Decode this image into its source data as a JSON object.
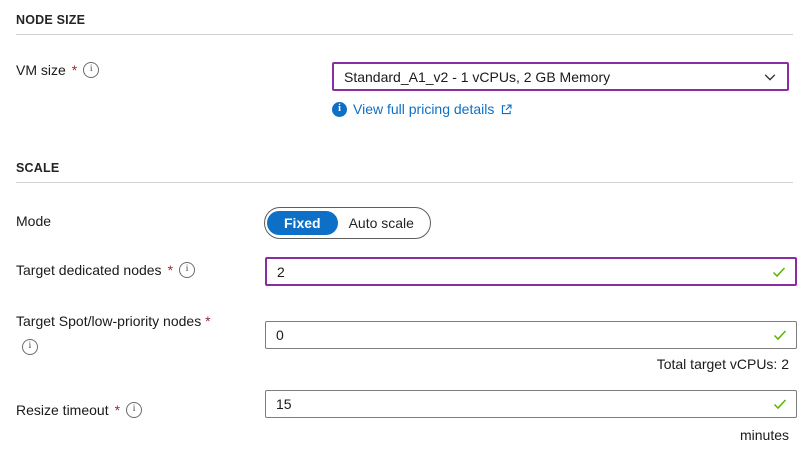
{
  "colors": {
    "accent_purple": "#8a2da5",
    "link_blue": "#0d70c6",
    "success_green": "#5db300",
    "required_red": "#a4262c",
    "divider_gray": "#d1d1d1"
  },
  "icons": {
    "info_glyph": "i"
  },
  "node_size_section": {
    "heading": "NODE SIZE",
    "vm_size": {
      "label": "VM size",
      "required_marker": "*",
      "selected_value": "Standard_A1_v2 - 1 vCPUs, 2 GB Memory",
      "pricing_link_label": "View full pricing details"
    }
  },
  "scale_section": {
    "heading": "SCALE",
    "mode": {
      "label": "Mode",
      "options": [
        "Fixed",
        "Auto scale"
      ],
      "selected": "Fixed"
    },
    "target_dedicated": {
      "label": "Target dedicated nodes",
      "required_marker": "*",
      "value": "2"
    },
    "target_spot": {
      "label": "Target Spot/low-priority nodes",
      "required_marker": "*",
      "value": "0"
    },
    "total_vcpus_note": "Total target vCPUs: 2",
    "resize_timeout": {
      "label": "Resize timeout",
      "required_marker": "*",
      "value": "15",
      "unit": "minutes"
    }
  }
}
